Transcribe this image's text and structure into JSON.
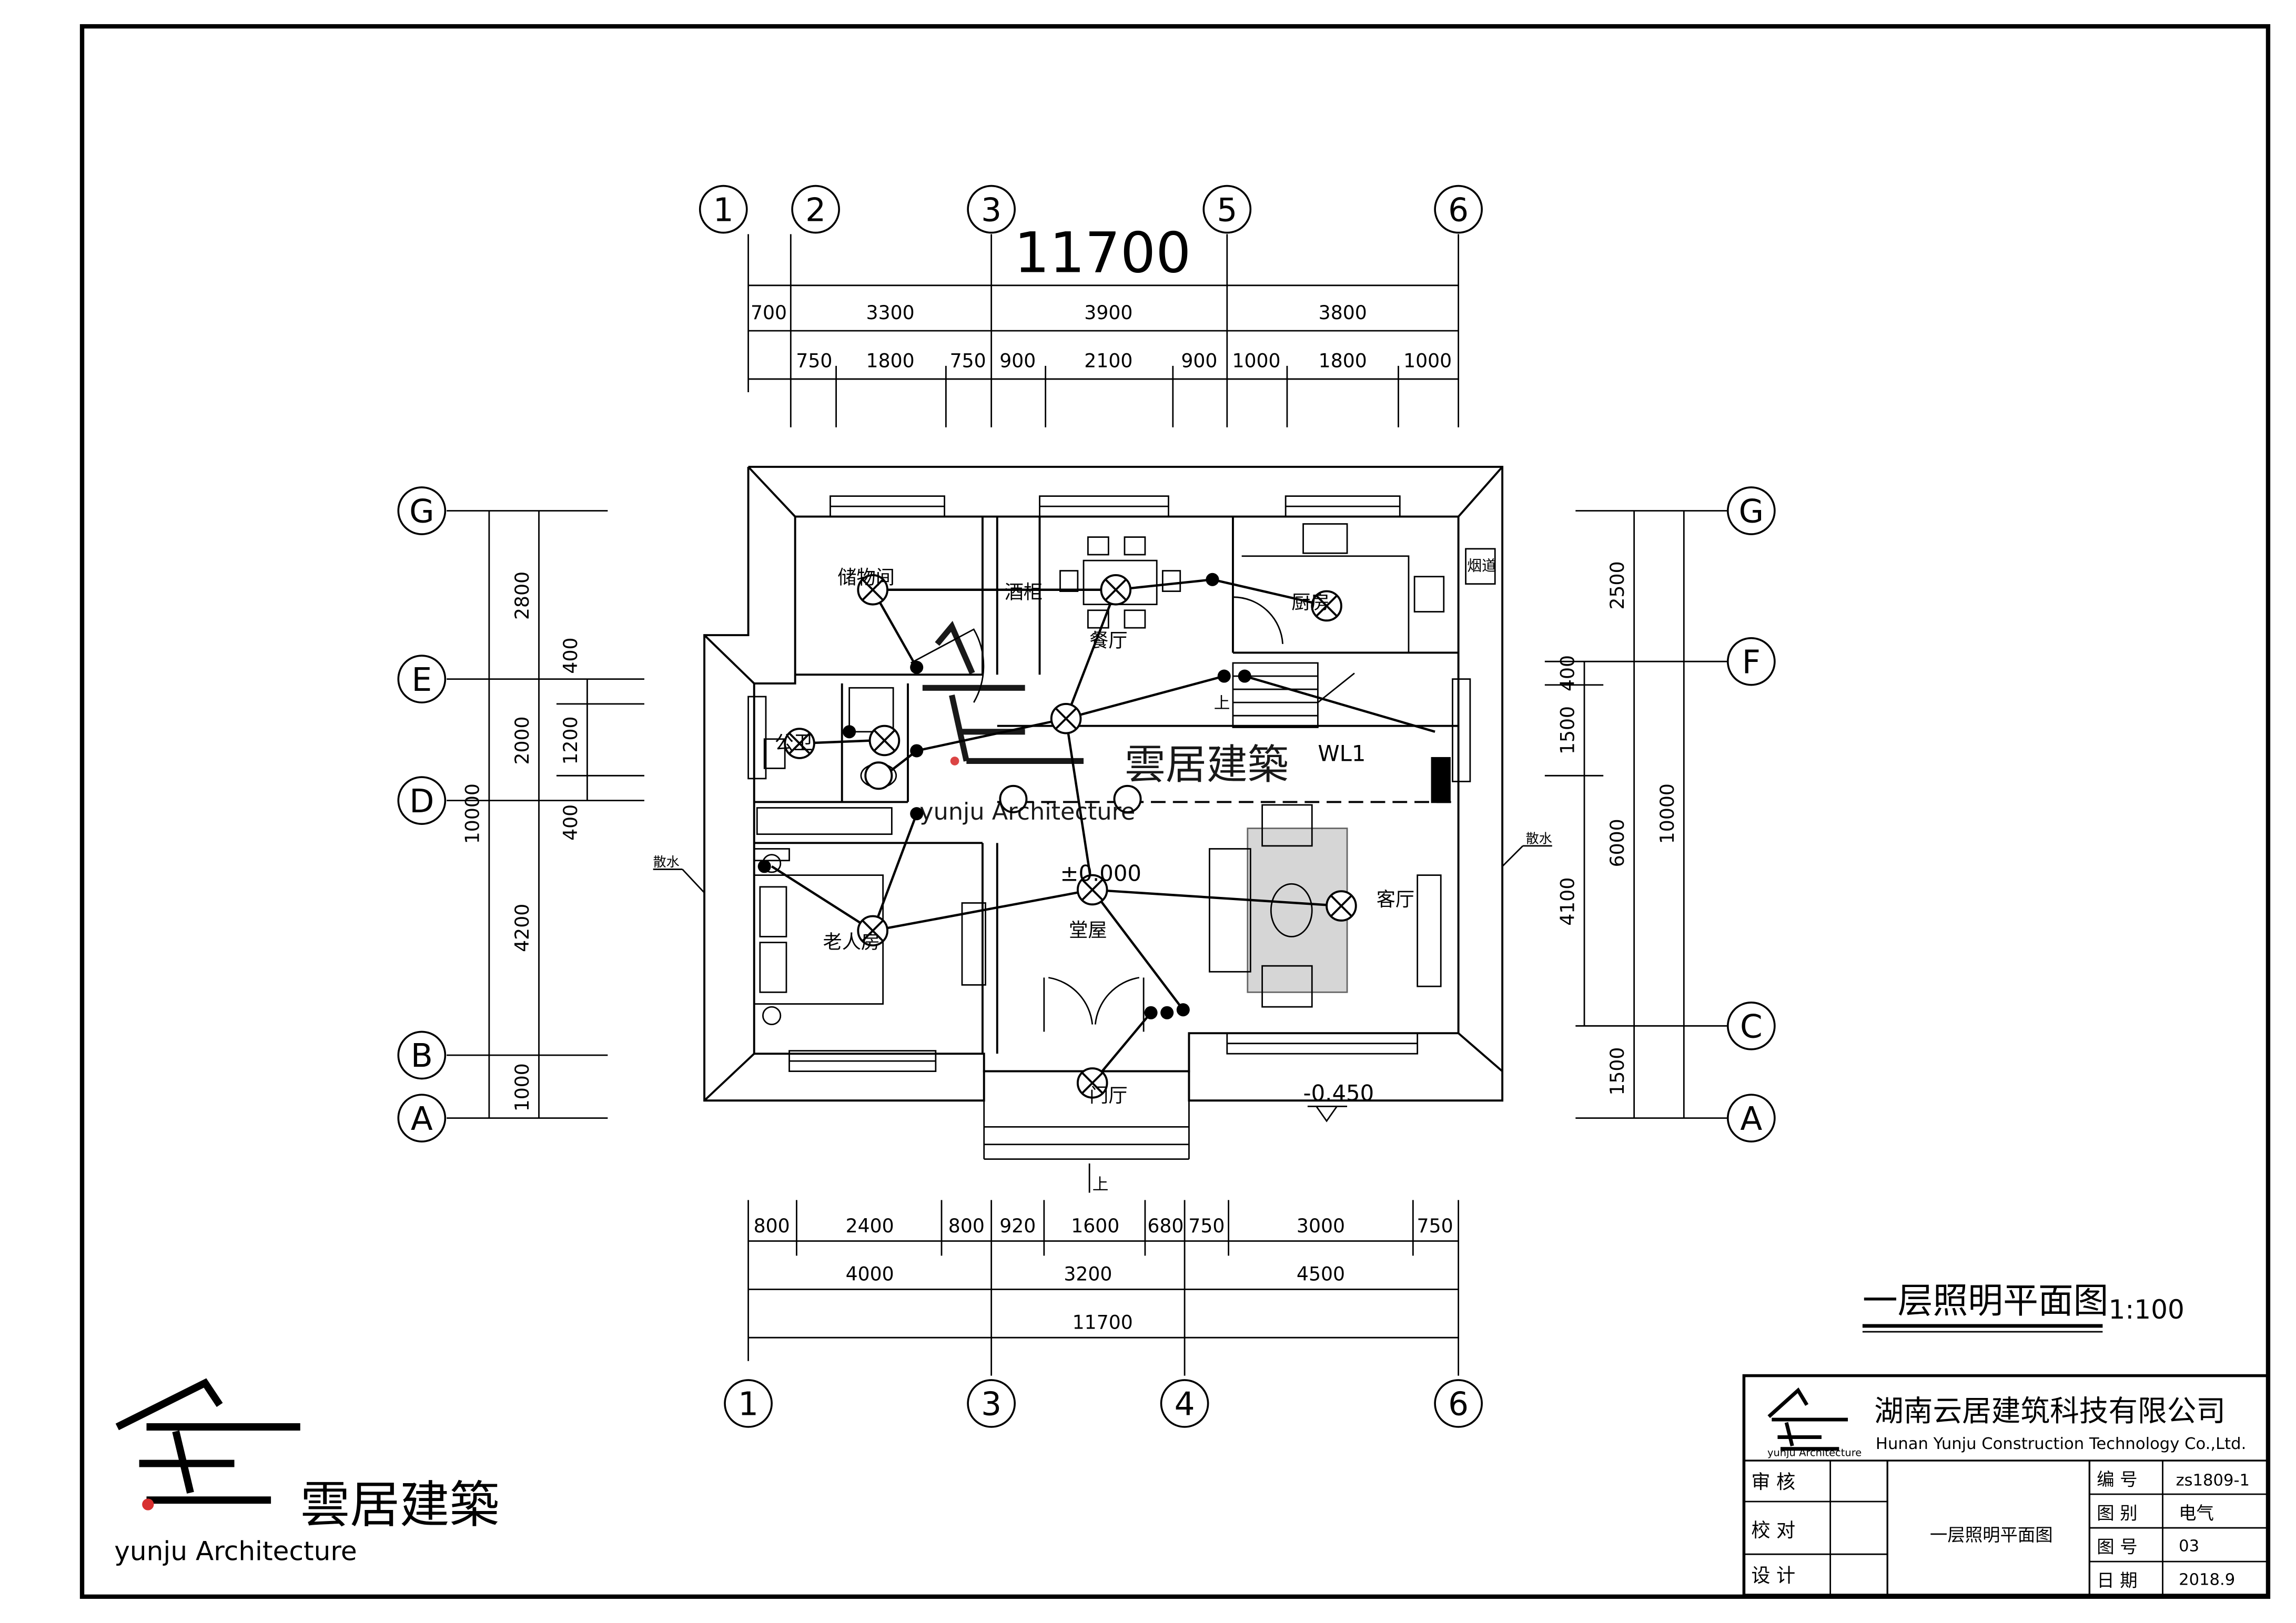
{
  "dimensions": {
    "top_total": "11700",
    "top_row1": [
      "700",
      "3300",
      "3900",
      "3800"
    ],
    "top_row2": [
      "750",
      "1800",
      "750",
      "900",
      "2100",
      "900",
      "1000",
      "1800",
      "1000"
    ],
    "bottom_row1": [
      "800",
      "2400",
      "800",
      "920",
      "1600",
      "680",
      "750",
      "3000",
      "750"
    ],
    "bottom_row2": [
      "4000",
      "3200",
      "4500"
    ],
    "bottom_total": "11700",
    "left_outer": "10000",
    "left_mid": [
      "2800",
      "2000",
      "4200",
      "1000"
    ],
    "left_inner": [
      "400",
      "1200",
      "400"
    ],
    "right_outer": "10000",
    "right_mid": [
      "2500",
      "6000",
      "1500"
    ],
    "right_inner": [
      "400",
      "1500",
      "4100"
    ]
  },
  "axes": {
    "top": [
      "1",
      "2",
      "3",
      "5",
      "6"
    ],
    "bottom": [
      "1",
      "3",
      "4",
      "6"
    ],
    "left": [
      "G",
      "E",
      "D",
      "B",
      "A"
    ],
    "right": [
      "G",
      "F",
      "C",
      "A"
    ]
  },
  "rooms": {
    "storage": "储物间",
    "wine_cabinet": "酒柜",
    "dining": "餐厅",
    "kitchen": "厨房",
    "flue": "烟道",
    "bathroom": "公卫",
    "elder_room": "老人房",
    "hall": "堂屋",
    "living": "客厅",
    "porch": "门厅"
  },
  "annotations": {
    "up_stair": "上",
    "up_entry": "上",
    "circuit": "WL1",
    "elevation_floor": "±0.000",
    "elevation_outside": "-0.450",
    "drain_left": "散水",
    "drain_right": "散水"
  },
  "drawing": {
    "title": "一层照明平面图",
    "scale": "1:100"
  },
  "logo": {
    "name_cn": "雲居建築",
    "name_en": "yunju Architecture",
    "small_en": "yunju Architecture"
  },
  "title_block": {
    "company_cn": "湖南云居建筑科技有限公司",
    "company_en": "Hunan Yunju Construction Technology Co.,Ltd.",
    "review_label": "审 核",
    "check_label": "校 对",
    "design_label": "设 计",
    "drawing_name": "一层照明平面图",
    "number_label": "编 号",
    "number_value": "zs1809-1",
    "category_label": "图 别",
    "category_value": "电气",
    "sheet_label": "图 号",
    "sheet_value": "03",
    "date_label": "日 期",
    "date_value": "2018.9"
  },
  "colors": {
    "line": "#000000",
    "accent_red": "#d83030"
  }
}
